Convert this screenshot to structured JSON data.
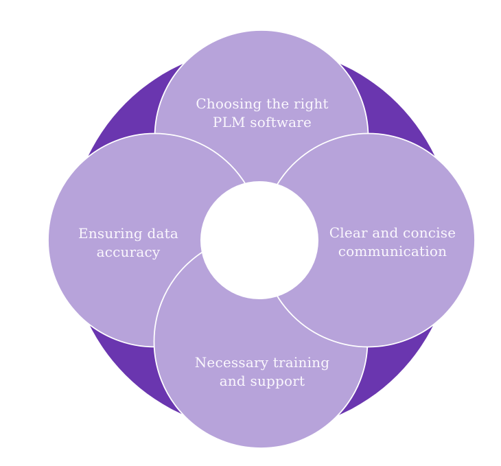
{
  "diagram": {
    "type": "flower-venn",
    "title": "",
    "colors": {
      "background": "#ffffff",
      "ring": "#6A36AF",
      "petal": "#B7A3DA",
      "petal_stroke": "#ffffff",
      "hub": "#ffffff",
      "label_text": "#FAF7FD"
    },
    "petals": [
      {
        "id": "top",
        "label": "Choosing the right PLM software",
        "line1": "Choosing the right",
        "line2": "PLM software"
      },
      {
        "id": "right",
        "label": "Clear and concise communication",
        "line1": "Clear and concise",
        "line2": "communication"
      },
      {
        "id": "bottom",
        "label": "Necessary training and support",
        "line1": "Necessary training",
        "line2": "and support"
      },
      {
        "id": "left",
        "label": "Ensuring data accuracy",
        "line1": "Ensuring data",
        "line2": "accuracy"
      }
    ]
  }
}
